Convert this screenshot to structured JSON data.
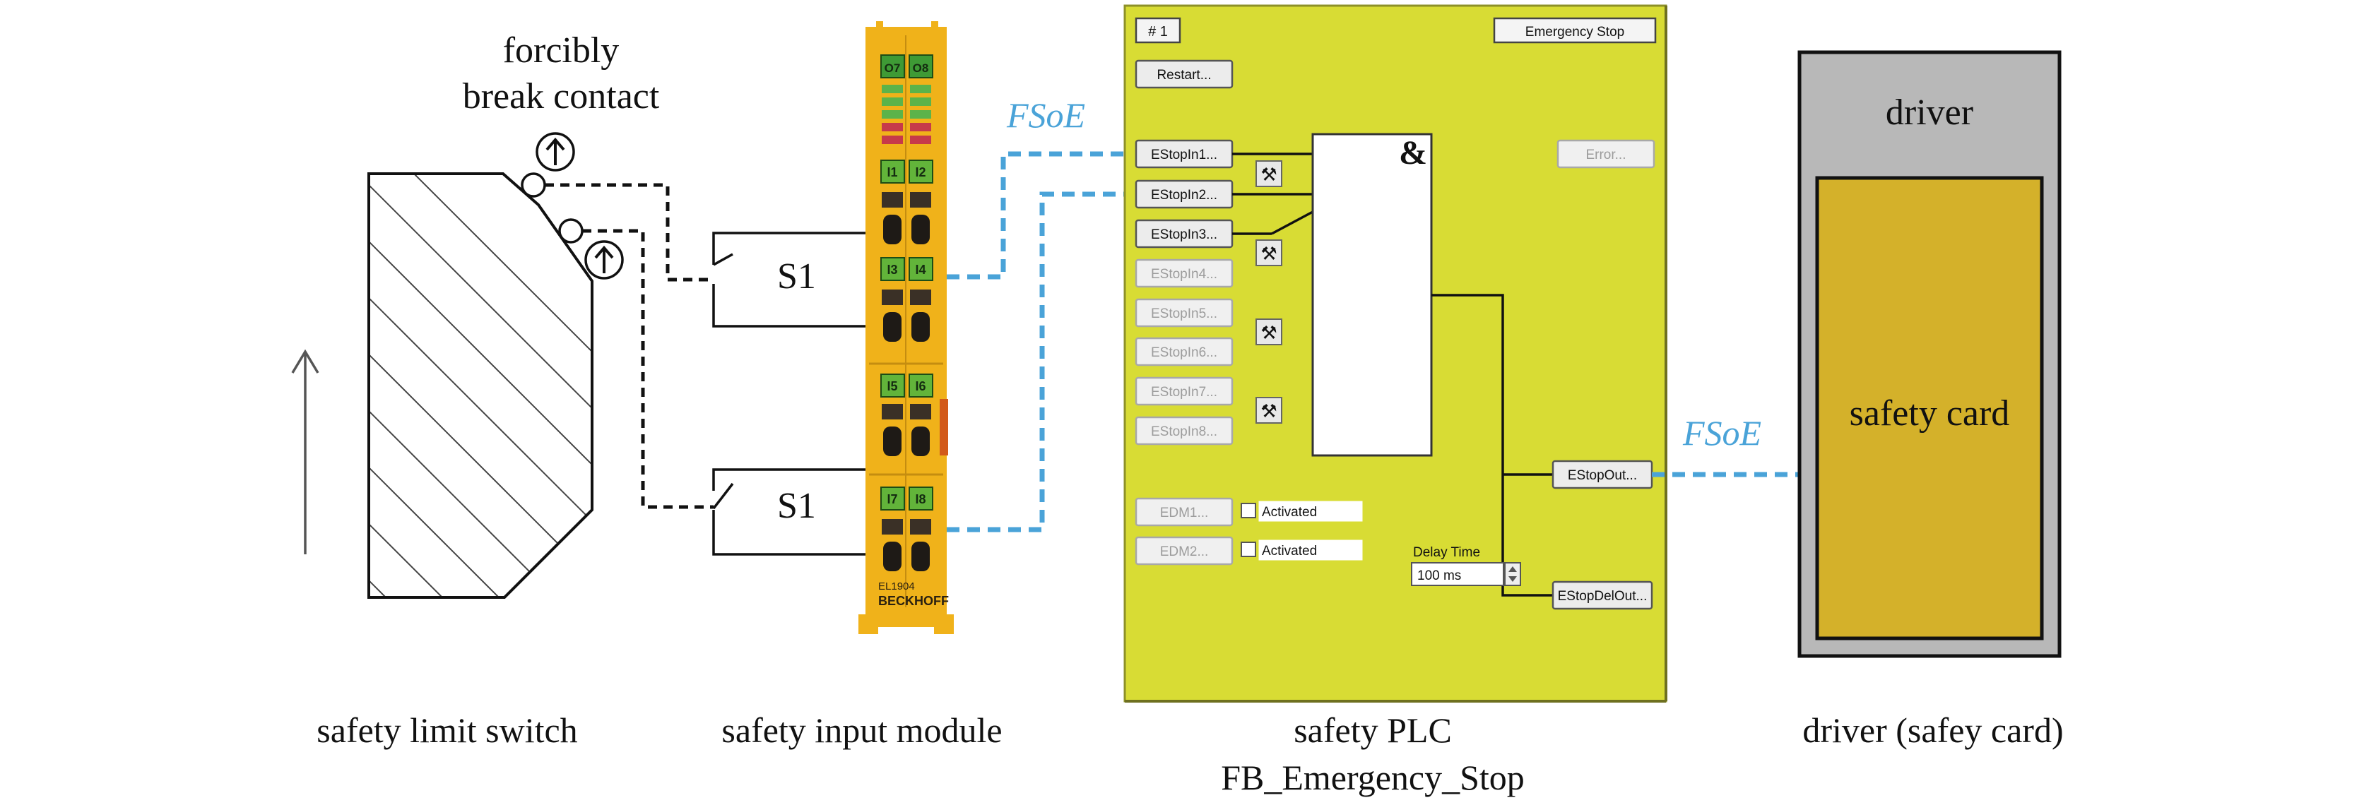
{
  "limit_switch": {
    "contact_label_line1": "forcibly",
    "contact_label_line2": "break contact",
    "caption": "safety limit switch"
  },
  "switch_labels": [
    "S1",
    "S1"
  ],
  "input_module": {
    "caption": "safety input module",
    "top_labels": [
      "O7",
      "O8"
    ],
    "channel_labels": [
      "I1",
      "I2",
      "I3",
      "I4",
      "I5",
      "I6",
      "I7",
      "I8"
    ],
    "model": "EL1904",
    "brand": "BECKHOFF",
    "color": "#f0b21a"
  },
  "fsoe_label": "FSoE",
  "plc": {
    "caption_line1": "safety PLC",
    "caption_line2": "FB_Emergency_Stop",
    "background": "#d8dc34",
    "instance": "# 1",
    "title_button": "Emergency Stop",
    "restart_button": "Restart...",
    "inputs": [
      "EStopIn1...",
      "EStopIn2...",
      "EStopIn3...",
      "EStopIn4...",
      "EStopIn5...",
      "EStopIn6...",
      "EStopIn7...",
      "EStopIn8..."
    ],
    "and_symbol": "&",
    "error_button": "Error...",
    "edm": [
      {
        "label": "EDM1...",
        "checkbox": "Activated"
      },
      {
        "label": "EDM2...",
        "checkbox": "Activated"
      }
    ],
    "delay_label": "Delay Time",
    "delay_value": "100 ms",
    "outputs": [
      "EStopOut...",
      "EStopDelOut..."
    ]
  },
  "driver": {
    "title": "driver",
    "card_label": "safety card",
    "caption": "driver (safey card)",
    "card_color": "#d4b12a",
    "frame_color": "#b8b8b8"
  },
  "colors": {
    "fsoe_blue": "#4aa3d8"
  }
}
